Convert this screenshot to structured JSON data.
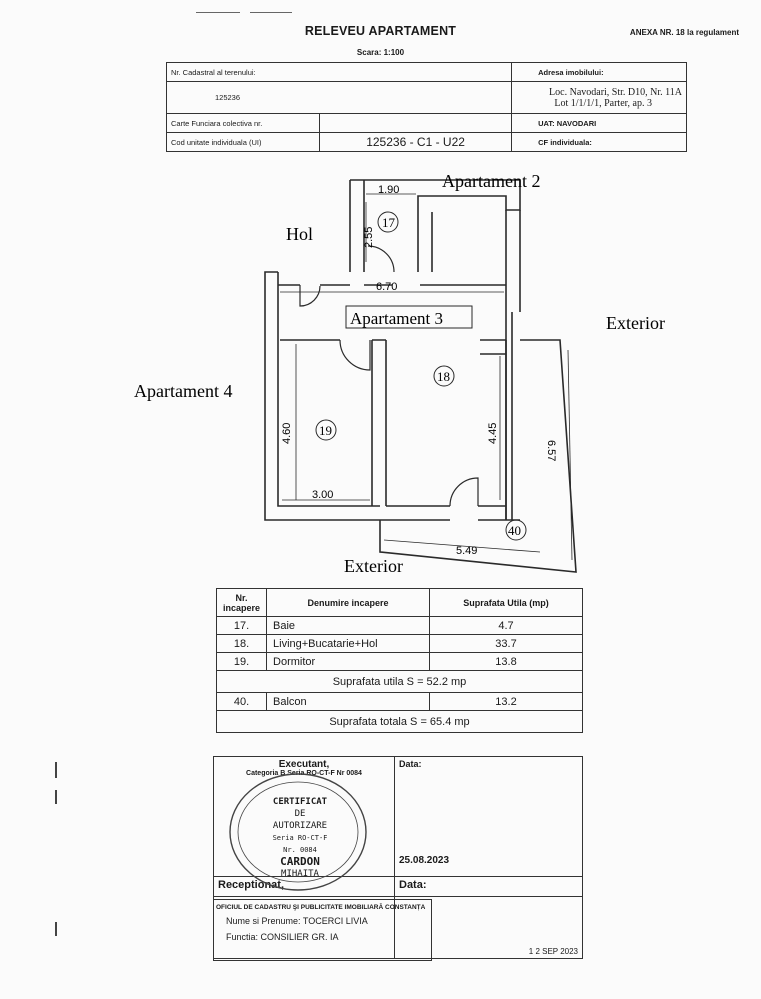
{
  "header": {
    "title": "RELEVEU APARTAMENT",
    "scale": "Scara: 1:100",
    "annex": "ANEXA NR. 18 la regulament"
  },
  "info": {
    "cadastral_label": "Nr. Cadastral al terenului:",
    "cadastral_value": "125236",
    "address_label": "Adresa imobilului:",
    "address_line1": "Loc. Navodari, Str. D10, Nr. 11A",
    "address_line2": "Lot 1/1/1/1, Parter, ap. 3",
    "cf_collective_label": "Carte Funciara colectiva nr.",
    "uat_label": "UAT: NAVODARI",
    "ui_label": "Cod unitate individuala (UI)",
    "ui_value": "125236 - C1 - U22",
    "cf_individual_label": "CF individuala:"
  },
  "plan": {
    "neighbors": {
      "top": "Apartament 2",
      "hall": "Hol",
      "right": "Exterior",
      "left": "Apartament 4",
      "bottom": "Exterior"
    },
    "apartment_label": "Apartament 3",
    "rooms": [
      "17",
      "18",
      "19",
      "40"
    ],
    "dimensions": {
      "bath_width": "1.90",
      "bath_height": "2.55",
      "hall_width": "6.70",
      "bedroom_height": "4.60",
      "bedroom_width": "3.00",
      "living_height": "4.45",
      "balcony_height": "6.57",
      "balcony_width": "5.49"
    }
  },
  "rooms_table": {
    "headers": [
      "Nr. incapere",
      "Denumire incapere",
      "Suprafata Utila (mp)"
    ],
    "rows": [
      {
        "nr": "17.",
        "name": "Baie",
        "area": "4.7"
      },
      {
        "nr": "18.",
        "name": "Living+Bucatarie+Hol",
        "area": "33.7"
      },
      {
        "nr": "19.",
        "name": "Dormitor",
        "area": "13.8"
      }
    ],
    "useful_total": "Suprafata utila S = 52.2 mp",
    "balcony": {
      "nr": "40.",
      "name": "Balcon",
      "area": "13.2"
    },
    "grand_total": "Suprafata totala S = 65.4 mp"
  },
  "signature": {
    "executant_label": "Executant,",
    "category": "Categoria B Seria RO-CT-F Nr 0084",
    "date_label": "Data:",
    "stamp_lines": [
      "CERTIFICAT",
      "DE",
      "AUTORIZARE",
      "Seria RO-CT-F",
      "Nr. 0084",
      "CARDON",
      "MIHAITA"
    ],
    "date_value": "25.08.2023",
    "reception_label": "Receptionat,",
    "date_label2": "Data:",
    "office_line1": "OFICIUL DE CADASTRU ŞI PUBLICITATE IMOBILIARĂ CONSTANȚA",
    "office_line2": "Nume si Prenume: TOCERCI LIVIA",
    "office_line3": "Functia: CONSILIER GR. IA",
    "footer_date": "1 2 SEP 2023"
  }
}
